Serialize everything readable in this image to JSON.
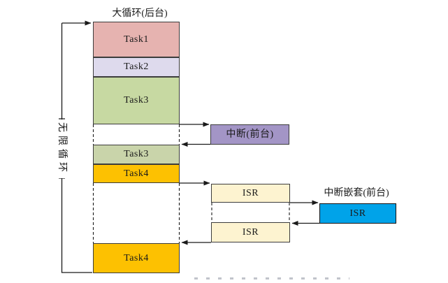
{
  "labels": {
    "title": "大循环(后台)",
    "loop": "无限循环",
    "nested_interrupt": "中断嵌套(前台)"
  },
  "blocks": {
    "task1": {
      "label": "Task1",
      "color": "#e6b3b0"
    },
    "task2": {
      "label": "Task2",
      "color": "#dedaed"
    },
    "task3a": {
      "label": "Task3",
      "color": "#c7d9a2"
    },
    "task3b": {
      "label": "Task3",
      "color": "#c9d4aa"
    },
    "task4a": {
      "label": "Task4",
      "color": "#fdc101"
    },
    "task4b": {
      "label": "Task4",
      "color": "#fdc101"
    },
    "interrupt": {
      "label": "中断(前台)",
      "color": "#a395c6"
    },
    "isr1": {
      "label": "ISR",
      "color": "#fdf3d0"
    },
    "isr2": {
      "label": "ISR",
      "color": "#fdf3d0"
    },
    "isr_nested": {
      "label": "ISR",
      "color": "#00a3e9"
    }
  },
  "line_color": "#1a1a1a"
}
